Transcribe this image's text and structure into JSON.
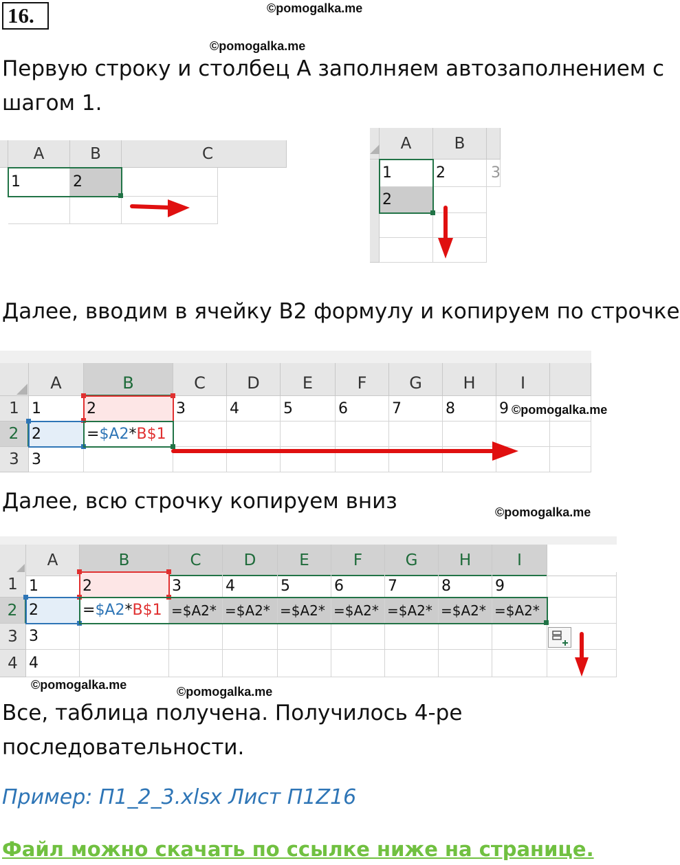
{
  "task_number": "16.",
  "watermark": "©pomogalka.me",
  "paragraphs": {
    "p1_line1": "Первую строку и столбец А заполняем автозаполнением с",
    "p1_line2": "шагом 1.",
    "p2": "Далее, вводим в ячейку B2 формулу и копируем по строчке",
    "p3": "Далее, всю строчку копируем вниз",
    "p4_line1": "Все, таблица получена. Получилось 4-ре",
    "p4_line2": "последовательности."
  },
  "example": "Пример: П1_2_3.xlsx Лист П1Z16",
  "download_link": "Файл можно скачать по ссылке ниже на странице.",
  "sheet1": {
    "cols": [
      "A",
      "B",
      "C"
    ],
    "a1": "1",
    "b1": "2"
  },
  "sheet2": {
    "cols": [
      "A",
      "B"
    ],
    "a1": "1",
    "b1": "2",
    "a2": "2",
    "c1_partial": "3"
  },
  "sheet3": {
    "cols": [
      "A",
      "B",
      "C",
      "D",
      "E",
      "F",
      "G",
      "H",
      "I"
    ],
    "rows": [
      "1",
      "2",
      "3"
    ],
    "row1": [
      "1",
      "2",
      "3",
      "4",
      "5",
      "6",
      "7",
      "8",
      "9"
    ],
    "a2": "2",
    "a3": "3",
    "formula_eq": "=",
    "formula_part1": "$A2",
    "formula_star": "*",
    "formula_part2": "B$1"
  },
  "sheet4": {
    "cols": [
      "A",
      "B",
      "C",
      "D",
      "E",
      "F",
      "G",
      "H",
      "I"
    ],
    "rows": [
      "1",
      "2",
      "3",
      "4"
    ],
    "row1": [
      "1",
      "2",
      "3",
      "4",
      "5",
      "6",
      "7",
      "8",
      "9"
    ],
    "colA": [
      "1",
      "2",
      "3",
      "4"
    ],
    "formula_eq": "=",
    "formula_part1": "$A2",
    "formula_star": "*",
    "formula_part2": "B$1",
    "copied_cells": [
      "=$A2*",
      "=$A2*",
      "=$A2*",
      "=$A2*",
      "=$A2*",
      "=$A2*",
      "=$A2*"
    ]
  },
  "colors": {
    "excel_green": "#217346",
    "arrow_red": "#e01010",
    "example_blue": "#2e75b6",
    "link_green": "#70c040"
  }
}
